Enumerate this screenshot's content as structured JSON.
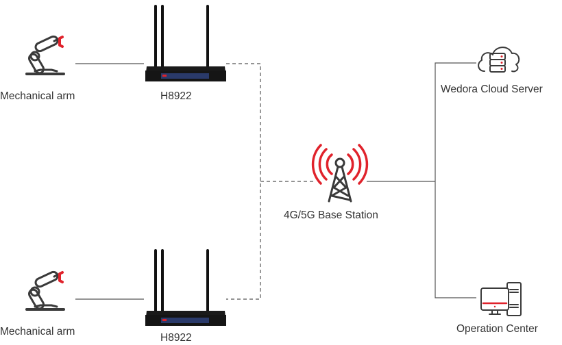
{
  "diagram": {
    "nodes": {
      "arm_top": {
        "label": "Mechanical arm",
        "icon": "robot-arm-icon"
      },
      "router_top": {
        "label": "H8922",
        "icon": "router-icon"
      },
      "arm_bottom": {
        "label": "Mechanical arm",
        "icon": "robot-arm-icon"
      },
      "router_bottom": {
        "label": "H8922",
        "icon": "router-icon"
      },
      "base_station": {
        "label": "4G/5G Base Station",
        "icon": "cell-tower-icon"
      },
      "cloud": {
        "label": "Wedora Cloud Server",
        "icon": "cloud-server-icon"
      },
      "operation": {
        "label": "Operation Center",
        "icon": "computer-icon"
      }
    },
    "edges": [
      {
        "from": "arm_top",
        "to": "router_top",
        "style": "solid"
      },
      {
        "from": "arm_bottom",
        "to": "router_bottom",
        "style": "solid"
      },
      {
        "from": "router_top",
        "to": "base_station",
        "style": "dashed"
      },
      {
        "from": "router_bottom",
        "to": "base_station",
        "style": "dashed"
      },
      {
        "from": "base_station",
        "to": "cloud",
        "style": "solid"
      },
      {
        "from": "base_station",
        "to": "operation",
        "style": "solid"
      }
    ],
    "colors": {
      "accent": "#e0222b",
      "line": "#555555",
      "icon": "#3a3a3a"
    }
  }
}
